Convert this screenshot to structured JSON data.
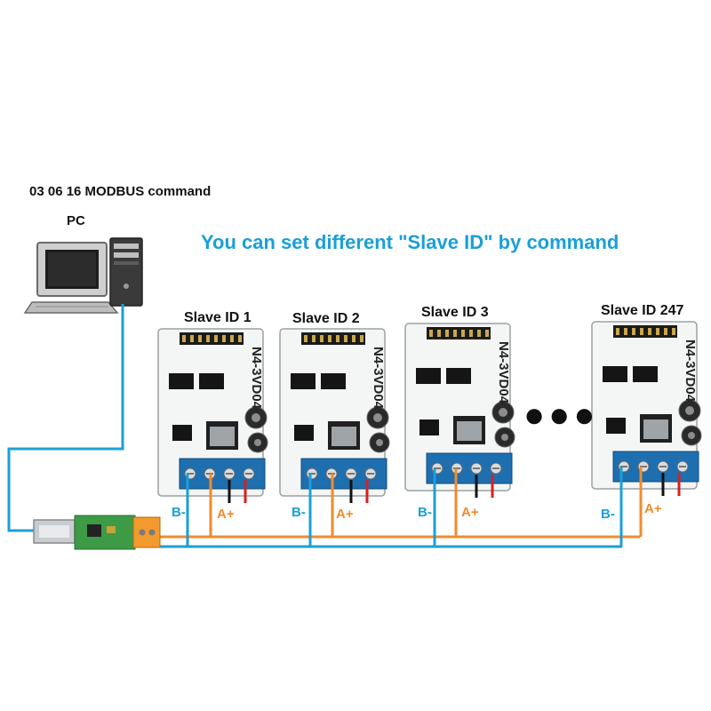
{
  "top_label": "03 06 16 MODBUS command",
  "pc_label": "PC",
  "headline": "You can set different \"Slave ID\" by command",
  "colors": {
    "headline": "#1a9fd8",
    "b_minus_wire": "#1a9fd8",
    "a_plus_wire": "#f28a2e",
    "board_white": "#f4f6f6",
    "terminal_blue": "#1e6fb0",
    "power_red": "#d62020",
    "ground_black": "#111111"
  },
  "slaves": [
    {
      "id_label": "Slave ID 1",
      "model": "N4-3VD04",
      "b_label": "B-",
      "a_label": "A+"
    },
    {
      "id_label": "Slave ID 2",
      "model": "N4-3VD04",
      "b_label": "B-",
      "a_label": "A+"
    },
    {
      "id_label": "Slave ID 3",
      "model": "N4-3VD04",
      "b_label": "B-",
      "a_label": "A+"
    },
    {
      "id_label": "Slave ID 247",
      "model": "N4-3VD04",
      "b_label": "B-",
      "a_label": "A+"
    }
  ],
  "ellipsis": "●●●",
  "icons": [
    "computer-icon",
    "usb-rs485-adapter-icon",
    "module-board-icon"
  ]
}
